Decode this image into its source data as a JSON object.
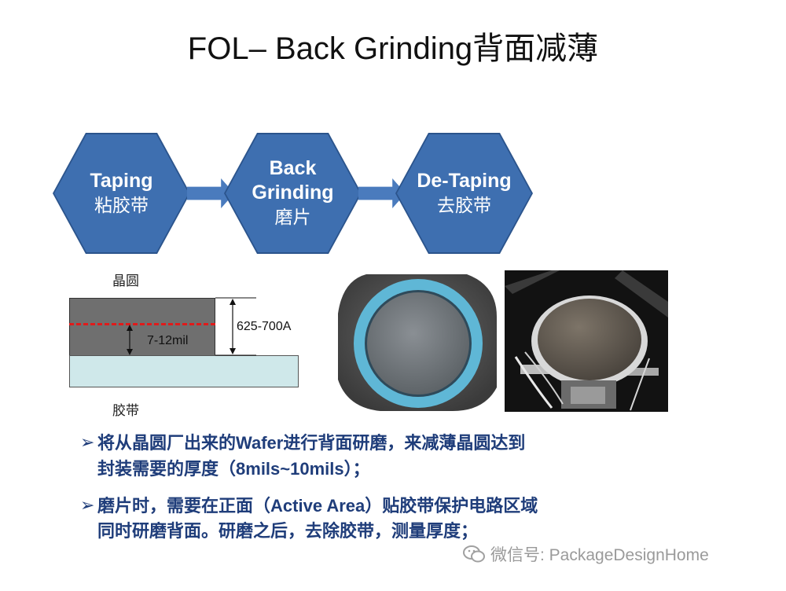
{
  "slide": {
    "title": "FOL– Back Grinding背面减薄"
  },
  "flow": {
    "steps": [
      {
        "en": "Taping",
        "zh": "粘胶带"
      },
      {
        "en_line1": "Back",
        "en_line2": "Grinding",
        "zh": "磨片"
      },
      {
        "en": "De-Taping",
        "zh": "去胶带"
      }
    ]
  },
  "diagram": {
    "wafer_label": "晶圆",
    "tape_label": "胶带",
    "grind_depth": "7-12mil",
    "wafer_thickness": "625-700A"
  },
  "bullets": [
    {
      "mark": "➢",
      "p1": "将从晶圆厂出来的",
      "en1": "Wafer",
      "p2": "进行背面研磨，来减薄晶圆达到",
      "p3": "封装需要的厚度（",
      "en2": "8mils~10mils",
      "p4": "）；"
    },
    {
      "mark": "➢",
      "p1": "磨片时，需要在正面（",
      "en1": "Active Area",
      "p2": "）贴胶带保护电路区域",
      "p3": "同时研磨背面。研磨之后，去除胶带，测量厚度；"
    }
  ],
  "watermark": {
    "text": "微信号: PackageDesignHome",
    "icon": "wechat-icon"
  },
  "colors": {
    "hex_fill": "#3e6fb0",
    "arrow_fill": "#4a7bbd",
    "bullet_text": "#1f3d7a",
    "dash_red": "#e01b1b",
    "tape_ring": "#5fb7d6"
  }
}
